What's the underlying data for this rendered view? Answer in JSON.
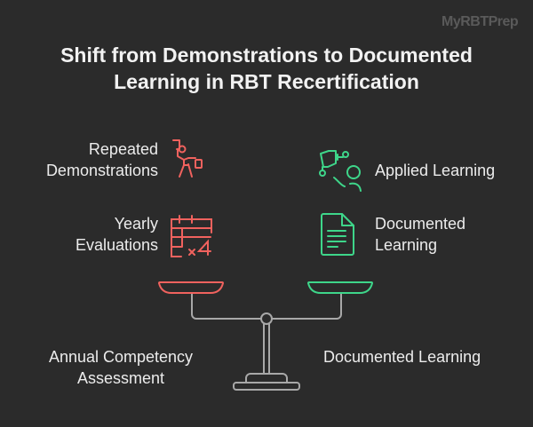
{
  "watermark": "MyRBTPrep",
  "title_line1": "Shift from Demonstrations to Documented",
  "title_line2": "Learning in RBT Recertification",
  "left": {
    "items": [
      {
        "line1": "Repeated",
        "line2": "Demonstrations",
        "icon": "person-juggling-icon"
      },
      {
        "line1": "Yearly",
        "line2": "Evaluations",
        "icon": "calendar-x4-icon"
      }
    ],
    "base_line1": "Annual Competency",
    "base_line2": "Assessment",
    "color": "#f0625e"
  },
  "right": {
    "items": [
      {
        "line1": "Applied Learning",
        "icon": "person-ideas-icon"
      },
      {
        "line1": "Documented",
        "line2": "Learning",
        "icon": "document-icon"
      }
    ],
    "base_line1": "Documented Learning",
    "color": "#3ed68a"
  }
}
